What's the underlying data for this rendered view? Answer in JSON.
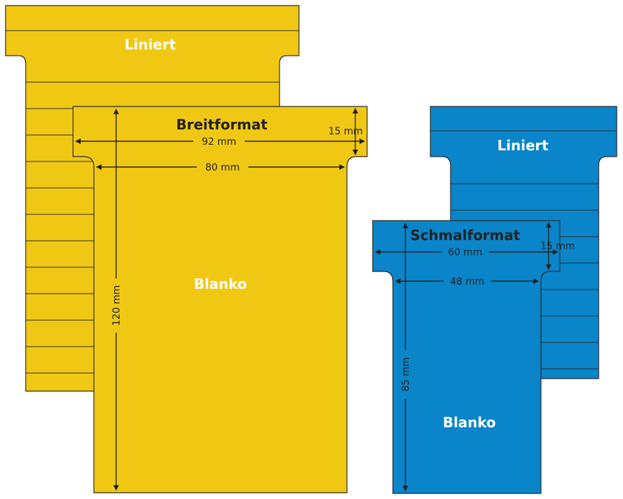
{
  "colors": {
    "yellow": "#F0C814",
    "blue": "#0A85C9",
    "outline": "#2A2A2A",
    "ink": "#222222",
    "white_text": "#FFFFFF"
  },
  "breitformat": {
    "title": "Breitformat",
    "liniert_label": "Liniert",
    "blanko_label": "Blanko",
    "tab_width": "92 mm",
    "body_width": "80 mm",
    "tab_height": "15 mm",
    "card_height": "120 mm"
  },
  "schmalformat": {
    "title": "Schmalformat",
    "liniert_label": "Liniert",
    "blanko_label": "Blanko",
    "tab_width": "60 mm",
    "body_width": "48 mm",
    "tab_height": "15 mm",
    "card_height": "85 mm"
  }
}
